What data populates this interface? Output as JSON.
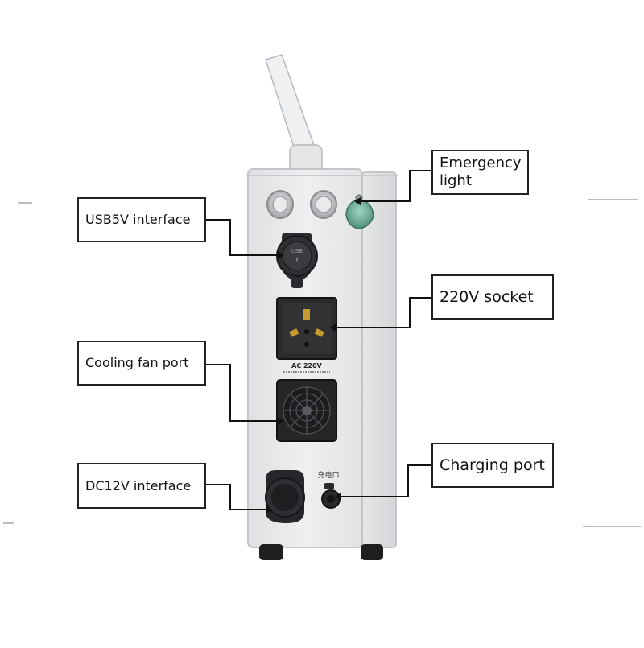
{
  "callouts": {
    "usb": "USB5V interface",
    "emergency": "Emergency light",
    "socket": "220V socket",
    "cooling_fan": "Cooling fan port",
    "dc12v": "DC12V interface",
    "charging": "Charging port"
  },
  "device": {
    "socket_label": "AC 220V",
    "charge_label": "充电口",
    "usb_icon_text": "USB"
  },
  "colors": {
    "body": "#e9eaec",
    "body_edge": "#c9cbce",
    "panel_dark": "#2b2b2d",
    "leader": "#111111"
  }
}
